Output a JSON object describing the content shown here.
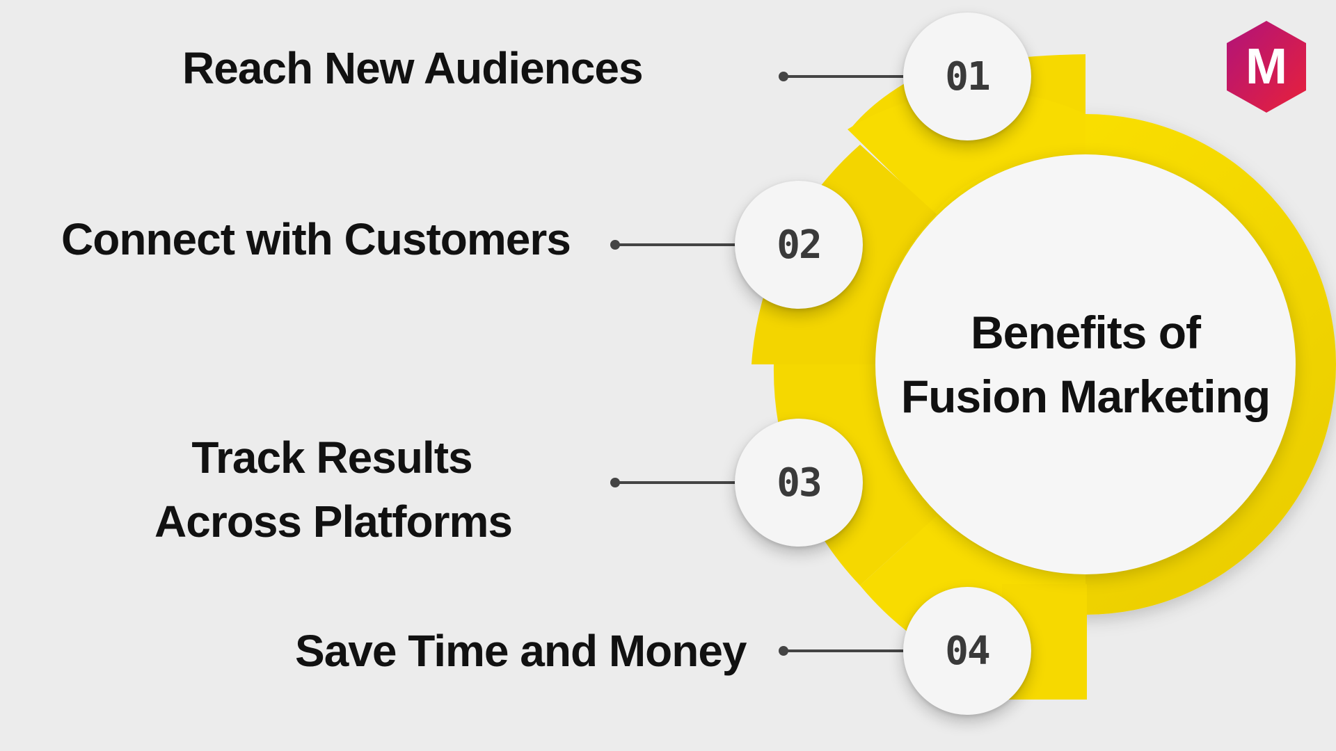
{
  "diagram": {
    "center_title_lines": [
      "Benefits of",
      "Fusion Marketing"
    ],
    "items": [
      {
        "number": "01",
        "label_lines": [
          "Reach New Audiences"
        ]
      },
      {
        "number": "02",
        "label_lines": [
          "Connect with Customers"
        ]
      },
      {
        "number": "03",
        "label_lines": [
          "Track Results",
          "Across Platforms"
        ]
      },
      {
        "number": "04",
        "label_lines": [
          "Save Time and Money"
        ]
      }
    ]
  },
  "logo": {
    "letter": "M"
  },
  "colors": {
    "background": "#ececec",
    "accent_yellow": "#f8dc00",
    "accent_yellow_dark": "#e2c600",
    "circle_fill": "#f5f5f5",
    "text": "#111111",
    "number_text": "#3a3a3a",
    "connector": "#444444",
    "logo_red": "#e8213a",
    "logo_magenta": "#b0137a"
  }
}
